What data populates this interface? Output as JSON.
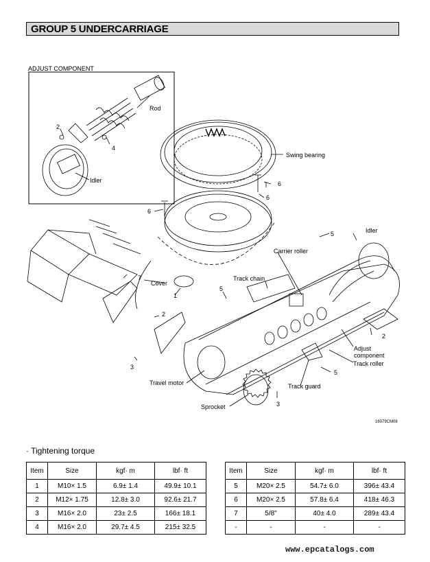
{
  "header": {
    "title": "GROUP 5 UNDERCARRIAGE"
  },
  "diagram": {
    "adjust_component_title": "ADJUST COMPONENT",
    "labels": {
      "rod": "Rod",
      "idler_inset": "Idler",
      "swing_bearing": "Swing bearing",
      "carrier_roller": "Carrier roller",
      "idler": "Idler",
      "track_chain": "Track chain",
      "cover": "Cover",
      "adjust_component_1": "Adjust",
      "adjust_component_2": "component",
      "track_roller": "Track roller",
      "track_guard": "Track guard",
      "travel_motor": "Travel motor",
      "sprocket": "Sprocket",
      "drawing_no": "16079CM08"
    },
    "callouts": {
      "c_inset_2": "2",
      "c_inset_4": "4",
      "c_bearing_6a": "6",
      "c_bearing_6b": "6",
      "c_ring_6": "6",
      "c_top_5": "5",
      "c_shoe_7": "7",
      "c_cover_1": "1",
      "c_guard_2": "2",
      "c_left_3": "3",
      "c_chain_5": "5",
      "c_idler_2": "2",
      "c_guard_5": "5",
      "c_sprocket_3": "3"
    }
  },
  "torque": {
    "title": "· Tightening torque",
    "columns": [
      "Item",
      "Size",
      "kgf· m",
      "lbf· ft"
    ],
    "left_rows": [
      {
        "item": "1",
        "size": "M10× 1.5",
        "kgfm": "6.9± 1.4",
        "lbfft": "49.9± 10.1"
      },
      {
        "item": "2",
        "size": "M12× 1.75",
        "kgfm": "12.8± 3.0",
        "lbfft": "92.6± 21.7"
      },
      {
        "item": "3",
        "size": "M16× 2.0",
        "kgfm": "23± 2.5",
        "lbfft": "166± 18.1"
      },
      {
        "item": "4",
        "size": "M16× 2.0",
        "kgfm": "29.7± 4.5",
        "lbfft": "215± 32.5"
      }
    ],
    "right_rows": [
      {
        "item": "5",
        "size": "M20× 2.5",
        "kgfm": "54.7± 6.0",
        "lbfft": "396± 43.4"
      },
      {
        "item": "6",
        "size": "M20× 2.5",
        "kgfm": "57.8± 6.4",
        "lbfft": "418± 46.3"
      },
      {
        "item": "7",
        "size": "5/8\"",
        "kgfm": "40± 4.0",
        "lbfft": "289± 43.4"
      },
      {
        "item": "-",
        "size": "-",
        "kgfm": "-",
        "lbfft": "-"
      }
    ]
  },
  "footer": {
    "watermark": "www.epcatalogs.com"
  }
}
